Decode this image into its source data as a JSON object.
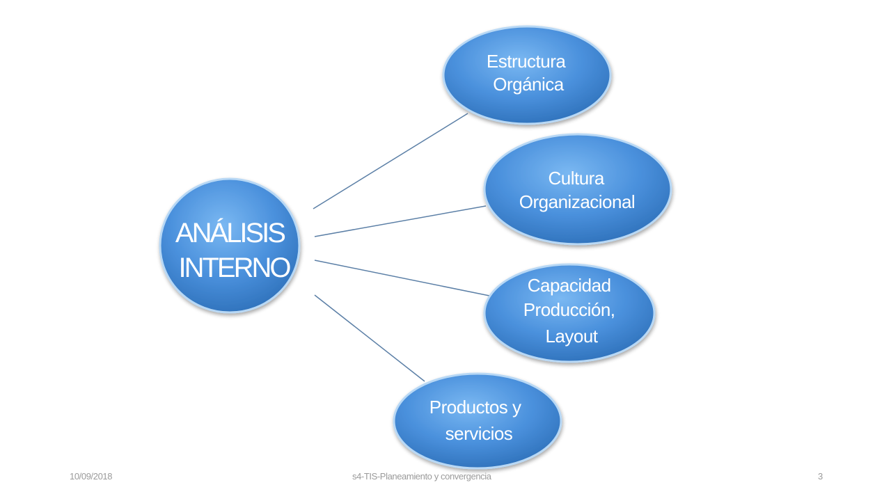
{
  "diagram": {
    "center": {
      "lines": [
        "ANÁLISIS",
        "INTERNO"
      ]
    },
    "nodes": [
      {
        "id": "estructura",
        "lines": [
          "Estructura",
          "Orgánica"
        ]
      },
      {
        "id": "cultura",
        "lines": [
          "Cultura",
          "Organizacional"
        ]
      },
      {
        "id": "capacidad",
        "lines": [
          "Capacidad",
          "Producción,",
          "Layout"
        ]
      },
      {
        "id": "productos",
        "lines": [
          "Productos y",
          "servicios"
        ]
      }
    ]
  },
  "footer": {
    "date": "10/09/2018",
    "title": "s4-TIS-Planeamiento y convergencia",
    "page": "3"
  },
  "colors": {
    "node_fill": "#4a90dc",
    "node_fill_light": "#6aaef0",
    "node_fill_dark": "#2d6fb8",
    "node_ring": "#b8d8f5",
    "connector": "#5b7fa6",
    "footer_text": "#9a9a9a"
  }
}
